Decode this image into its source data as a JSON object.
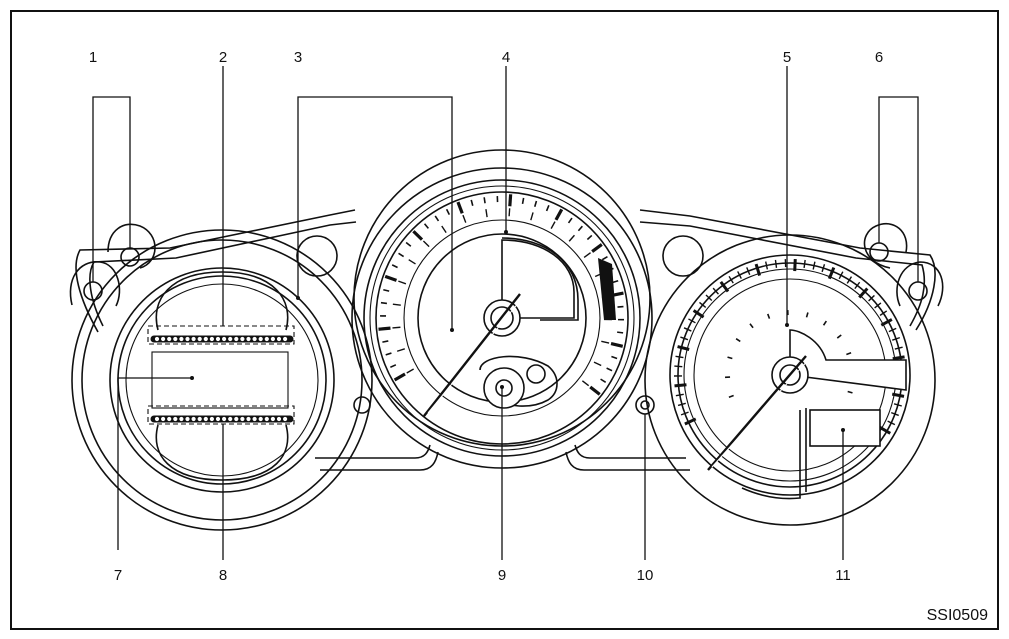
{
  "callouts": [
    {
      "id": "1",
      "label": "1"
    },
    {
      "id": "2",
      "label": "2"
    },
    {
      "id": "3",
      "label": "3"
    },
    {
      "id": "4",
      "label": "4"
    },
    {
      "id": "5",
      "label": "5"
    },
    {
      "id": "6",
      "label": "6"
    },
    {
      "id": "7",
      "label": "7"
    },
    {
      "id": "8",
      "label": "8"
    },
    {
      "id": "9",
      "label": "9"
    },
    {
      "id": "10",
      "label": "10"
    },
    {
      "id": "11",
      "label": "11"
    }
  ],
  "figure_code": "SSI0509"
}
